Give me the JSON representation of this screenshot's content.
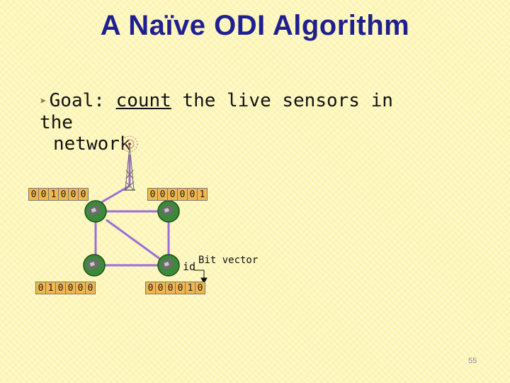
{
  "slide": {
    "title": "A Naïve ODI Algorithm",
    "bullet": {
      "prefix": "Goal: ",
      "emphasis": "count",
      "rest_line1": " the live sensors in the",
      "line2": "network"
    },
    "bit_vectors": {
      "top_left": [
        "0",
        "0",
        "1",
        "0",
        "0",
        "0"
      ],
      "top_right": [
        "0",
        "0",
        "0",
        "0",
        "0",
        "1"
      ],
      "bottom_left": [
        "0",
        "1",
        "0",
        "0",
        "0",
        "0"
      ],
      "bottom_right": [
        "0",
        "0",
        "0",
        "0",
        "1",
        "0"
      ]
    },
    "annotation": {
      "id_label": "id",
      "bit_vector_label": "Bit vector"
    },
    "page_number": "55"
  },
  "colors": {
    "title": "#1f1f8f",
    "edge": "#9b6fd6",
    "bit_fill": "#f2b74c",
    "background": "#fdf6b8"
  }
}
